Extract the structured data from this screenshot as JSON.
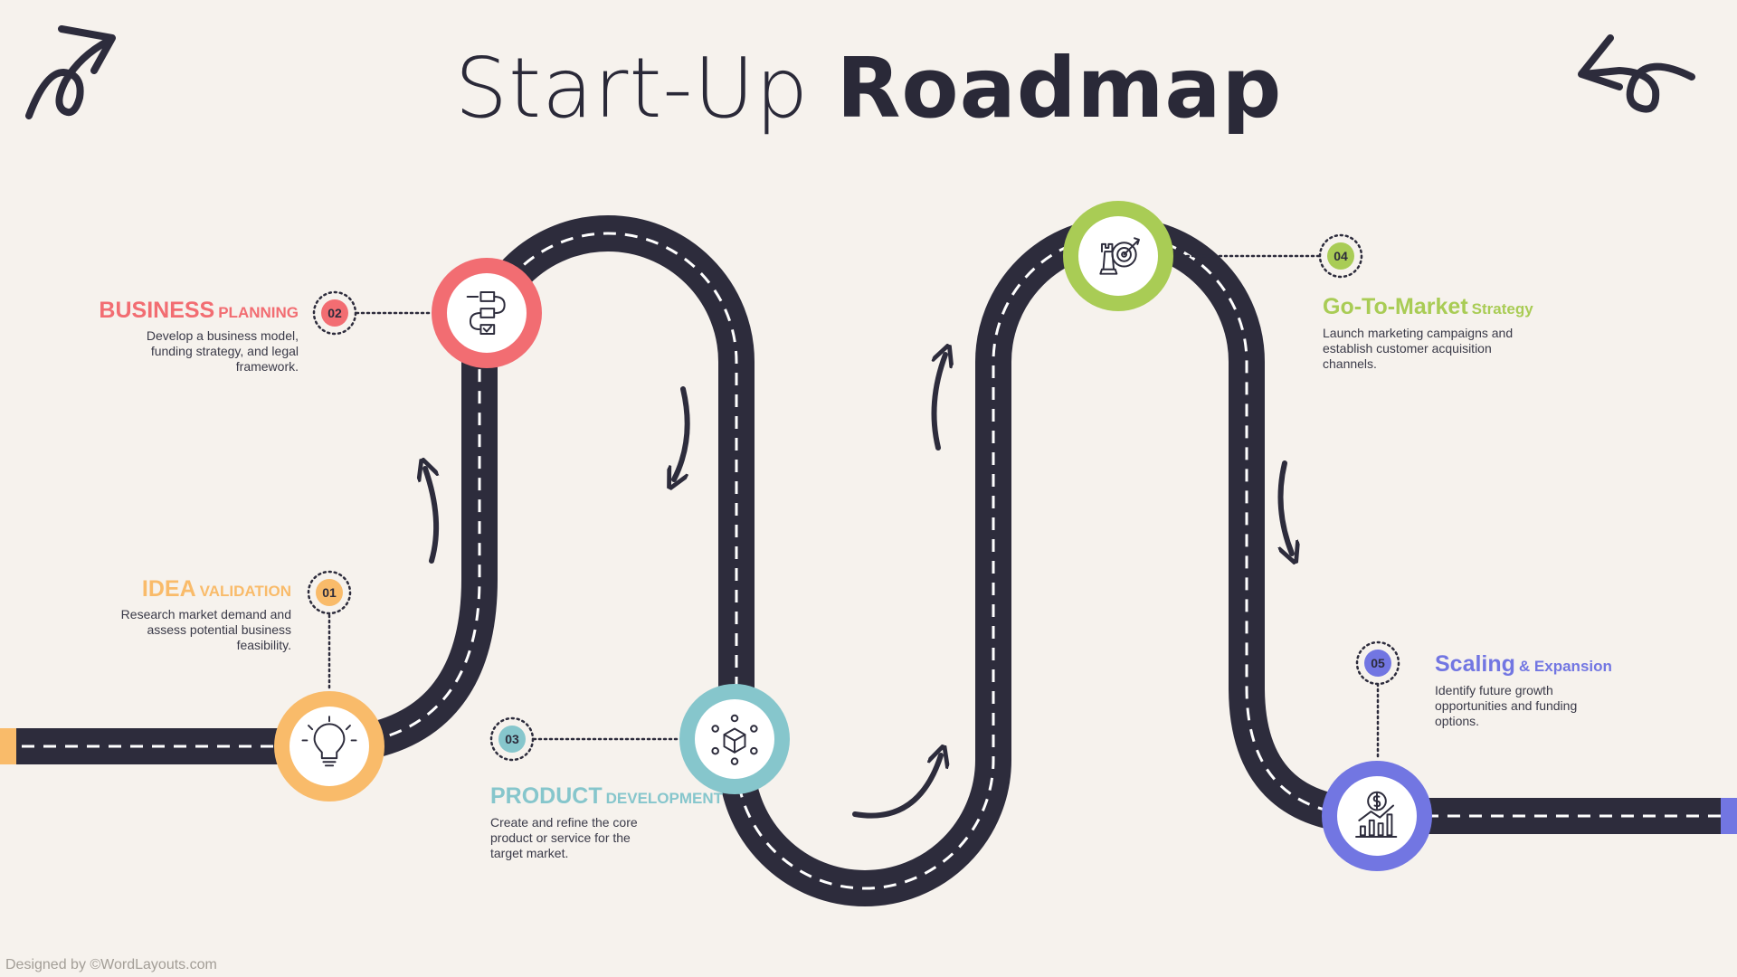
{
  "title": {
    "regular": "Start-Up ",
    "bold": "Roadmap"
  },
  "colors": {
    "background": "#f6f2ed",
    "road": "#2d2c3c",
    "step1": "#f9bb6a",
    "step2": "#f26d72",
    "step3": "#86c6cc",
    "step4": "#a9cc55",
    "step5": "#7276e2"
  },
  "steps": [
    {
      "number": "01",
      "title": "IDEA",
      "subtitle": "VALIDATION",
      "description": "Research market demand and assess potential business feasibility.",
      "icon": "lightbulb-icon",
      "color": "#f9bb6a"
    },
    {
      "number": "02",
      "title": "BUSINESS",
      "subtitle": "PLANNING",
      "description": "Develop a business model, funding strategy, and legal framework.",
      "icon": "flowchart-icon",
      "color": "#f26d72"
    },
    {
      "number": "03",
      "title": "PRODUCT",
      "subtitle": "DEVELOPMENT",
      "description": "Create and refine the core product or service for the target market.",
      "icon": "cube-network-icon",
      "color": "#86c6cc"
    },
    {
      "number": "04",
      "title": "Go-To-Market",
      "subtitle": "Strategy",
      "description": "Launch marketing campaigns and establish customer acquisition channels.",
      "icon": "chess-target-icon",
      "color": "#a9cc55"
    },
    {
      "number": "05",
      "title": "Scaling",
      "subtitle": "& Expansion",
      "description": "Identify future growth opportunities and funding options.",
      "icon": "growth-chart-icon",
      "color": "#7276e2"
    }
  ],
  "footer": "Designed by ©WordLayouts.com"
}
